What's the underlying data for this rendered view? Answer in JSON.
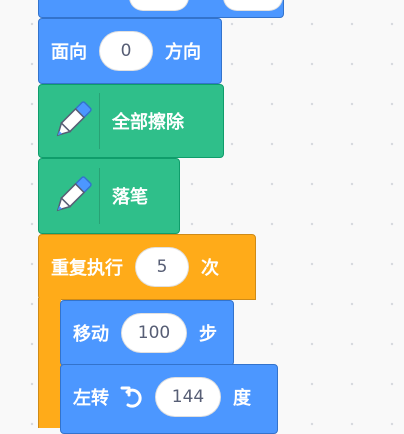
{
  "colors": {
    "motion": "#4c97ff",
    "pen": "#2fbf8a",
    "control": "#ffab19",
    "input_text": "#575e75"
  },
  "blocks": {
    "point_in_direction": {
      "label": "面向",
      "value": "0",
      "suffix": "方向"
    },
    "clear_all": {
      "icon": "pen-icon",
      "label": "全部擦除"
    },
    "pen_down": {
      "icon": "pen-icon",
      "label": "落笔"
    },
    "repeat": {
      "label": "重复执行",
      "value": "5",
      "suffix": "次"
    },
    "move": {
      "label": "移动",
      "value": "100",
      "suffix": "步"
    },
    "turn_left": {
      "label": "左转",
      "icon": "rotate-left-icon",
      "value": "144",
      "suffix": "度"
    }
  }
}
